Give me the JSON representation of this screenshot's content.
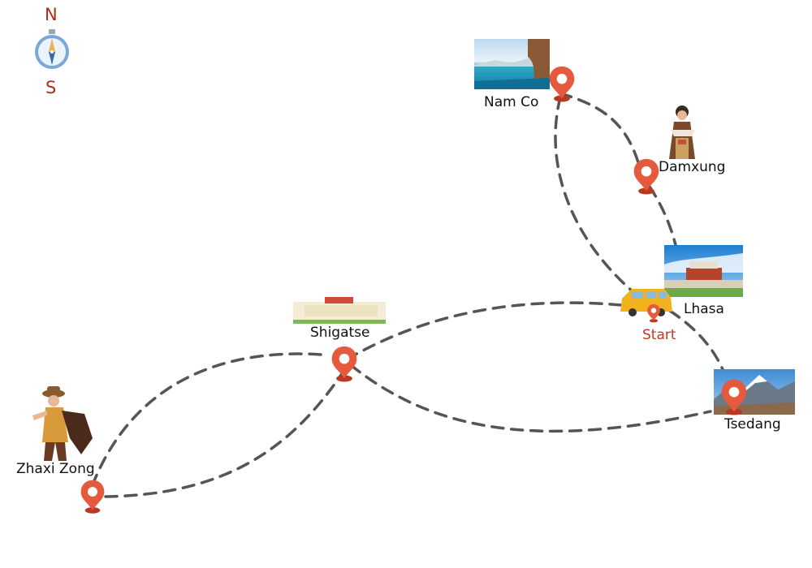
{
  "compass": {
    "north": "N",
    "south": "S"
  },
  "start_label": "Start",
  "colors": {
    "route": "#555555",
    "pin": "#e55a3c",
    "pin_dark": "#b8391f",
    "start_text": "#c8341f",
    "compass_text": "#b52a1a"
  },
  "places": {
    "namco": {
      "name": "Nam Co"
    },
    "damxung": {
      "name": "Damxung"
    },
    "lhasa": {
      "name": "Lhasa"
    },
    "shigatse": {
      "name": "Shigatse"
    },
    "tsedang": {
      "name": "Tsedang"
    },
    "zhaxizong": {
      "name": "Zhaxi Zong"
    }
  }
}
